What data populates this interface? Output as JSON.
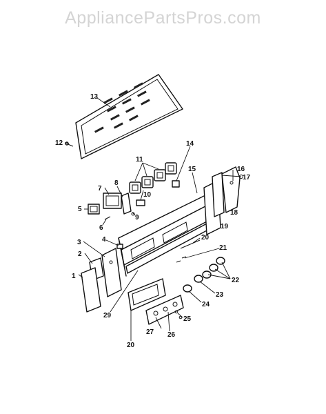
{
  "watermark": "AppliancePartsPros.com",
  "callouts": {
    "c1": "1",
    "c2": "2",
    "c3": "3",
    "c4": "4",
    "c5": "5",
    "c6": "6",
    "c7": "7",
    "c8": "8",
    "c9": "9",
    "c10": "10",
    "c11": "11",
    "c12": "12",
    "c13": "13",
    "c14": "14",
    "c15": "15",
    "c16": "16",
    "c17": "17",
    "c18": "18",
    "c19": "19",
    "c20a": "20",
    "c20b": "20",
    "c21": "21",
    "c22": "22",
    "c23": "23",
    "c24": "24",
    "c25": "25",
    "c26": "26",
    "c27": "27",
    "c29": "29"
  },
  "colors": {
    "line": "#111111",
    "watermark": "#d4d4d4",
    "background": "#ffffff"
  }
}
